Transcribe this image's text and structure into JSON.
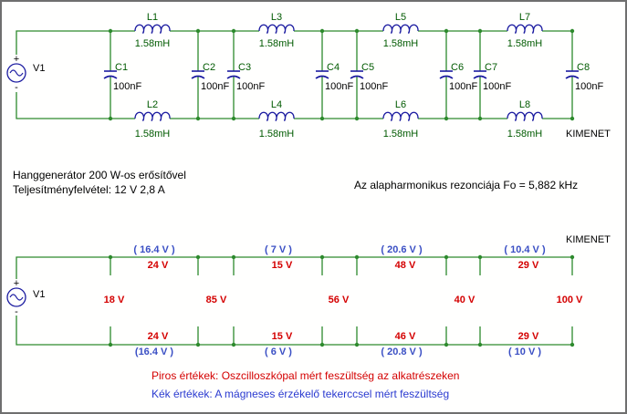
{
  "top_circuit": {
    "source": "V1",
    "inductors_top": [
      {
        "name": "L1",
        "value": "1.58mH"
      },
      {
        "name": "L3",
        "value": "1.58mH"
      },
      {
        "name": "L5",
        "value": "1.58mH"
      },
      {
        "name": "L7",
        "value": "1.58mH"
      }
    ],
    "inductors_bottom": [
      {
        "name": "L2",
        "value": "1.58mH"
      },
      {
        "name": "L4",
        "value": "1.58mH"
      },
      {
        "name": "L6",
        "value": "1.58mH"
      },
      {
        "name": "L8",
        "value": "1.58mH"
      }
    ],
    "capacitors": [
      {
        "name": "C1",
        "value": "100nF"
      },
      {
        "name": "C2",
        "value": "100nF"
      },
      {
        "name": "C3",
        "value": "100nF"
      },
      {
        "name": "C4",
        "value": "100nF"
      },
      {
        "name": "C5",
        "value": "100nF"
      },
      {
        "name": "C6",
        "value": "100nF"
      },
      {
        "name": "C7",
        "value": "100nF"
      },
      {
        "name": "C8",
        "value": "100nF"
      }
    ],
    "output_label": "KIMENET"
  },
  "notes": {
    "line1": "Hanggenerátor 200 W-os erősítővel",
    "line2": "Teljesítményfelvétel: 12 V  2,8 A",
    "resonance": "Az alapharmonikus rezonciája Fo = 5,882 kHz"
  },
  "bottom_circuit": {
    "source": "V1",
    "output_label": "KIMENET",
    "top_blue": [
      "( 16.4 V )",
      "( 7 V )",
      "( 20.6 V )",
      "( 10.4 V )"
    ],
    "top_red": [
      "24 V",
      "15 V",
      "48 V",
      "29 V"
    ],
    "mid_red": [
      "18 V",
      "85 V",
      "56 V",
      "40 V",
      "100 V"
    ],
    "bottom_red": [
      "24 V",
      "15 V",
      "46 V",
      "29 V"
    ],
    "bottom_blue": [
      "(16.4 V )",
      "( 6 V )",
      "( 20.8 V )",
      "( 10 V )"
    ]
  },
  "legend": {
    "red_text": "Piros értékek: Oszcilloszkópal mért feszültség az alkatrészeken",
    "blue_text": "Kék értékek: A mágneses érzékelő tekerccsel mért feszültség"
  },
  "colors": {
    "wire": "#2d8a2d",
    "inductor": "#1a1aa0",
    "capacitor": "#1a1aa0",
    "red": "#d40000",
    "blue": "#3a4fc4"
  }
}
